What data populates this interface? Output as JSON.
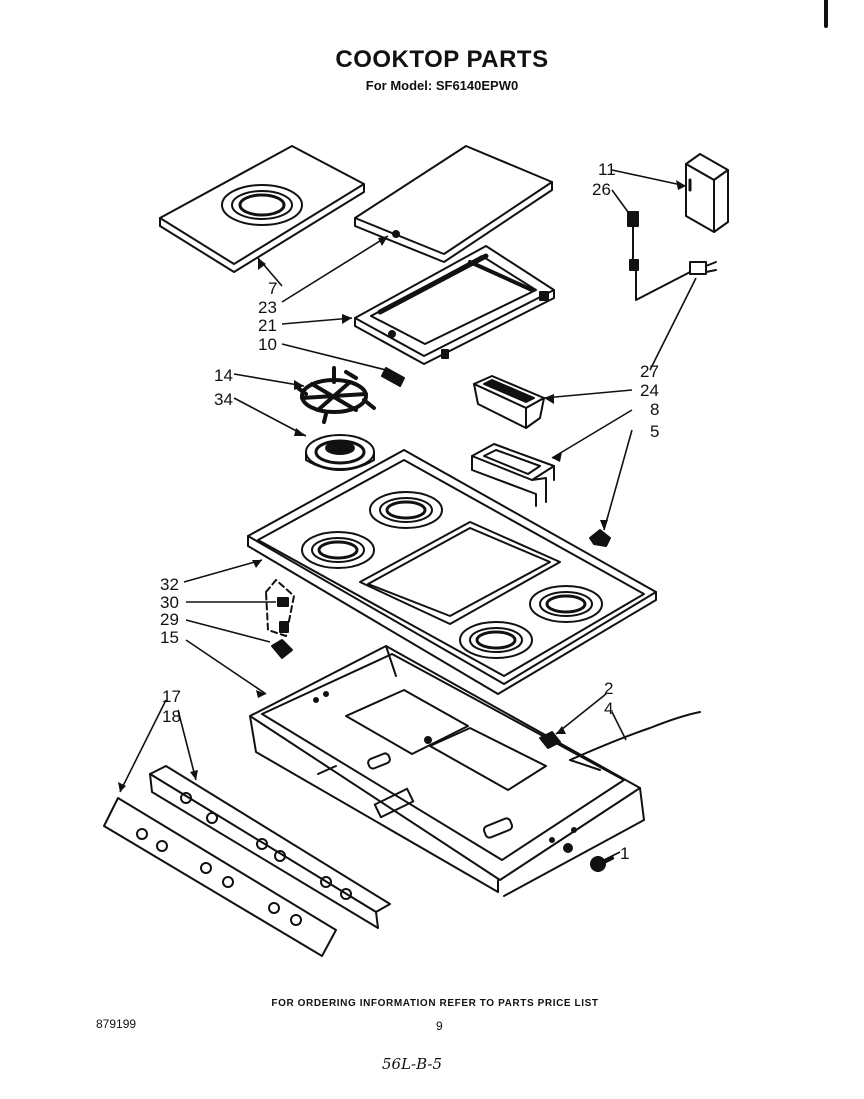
{
  "header": {
    "title": "COOKTOP PARTS",
    "model_label": "For Model: SF6140EPW0"
  },
  "callouts": {
    "c1": "1",
    "c2": "2",
    "c4": "4",
    "c5": "5",
    "c7": "7",
    "c8": "8",
    "c10": "10",
    "c11": "11",
    "c14": "14",
    "c15": "15",
    "c17": "17",
    "c18": "18",
    "c21": "21",
    "c23": "23",
    "c24": "24",
    "c26": "26",
    "c27": "27",
    "c29": "29",
    "c30": "30",
    "c32": "32",
    "c34": "34"
  },
  "footer": {
    "ordering_note": "FOR ORDERING INFORMATION REFER TO PARTS PRICE LIST",
    "doc_code": "879199",
    "page_number": "9",
    "handwritten_note": "56L-B-5"
  }
}
